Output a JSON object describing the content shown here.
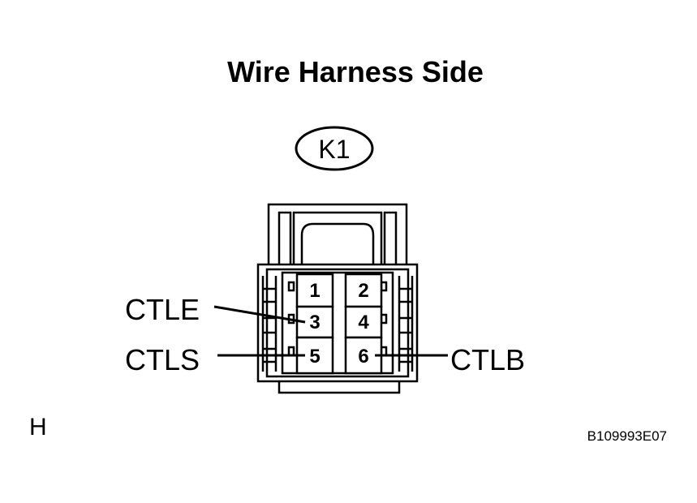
{
  "title": "Wire Harness Side",
  "connector": {
    "id": "K1",
    "pins": [
      {
        "number": "1"
      },
      {
        "number": "2"
      },
      {
        "number": "3"
      },
      {
        "number": "4"
      },
      {
        "number": "5"
      },
      {
        "number": "6"
      }
    ]
  },
  "callouts": [
    {
      "label": "CTLE",
      "pin": "3"
    },
    {
      "label": "CTLS",
      "pin": "5"
    },
    {
      "label": "CTLB",
      "pin": "6"
    }
  ],
  "corner_letter": "H",
  "figure_code": "B109993E07"
}
